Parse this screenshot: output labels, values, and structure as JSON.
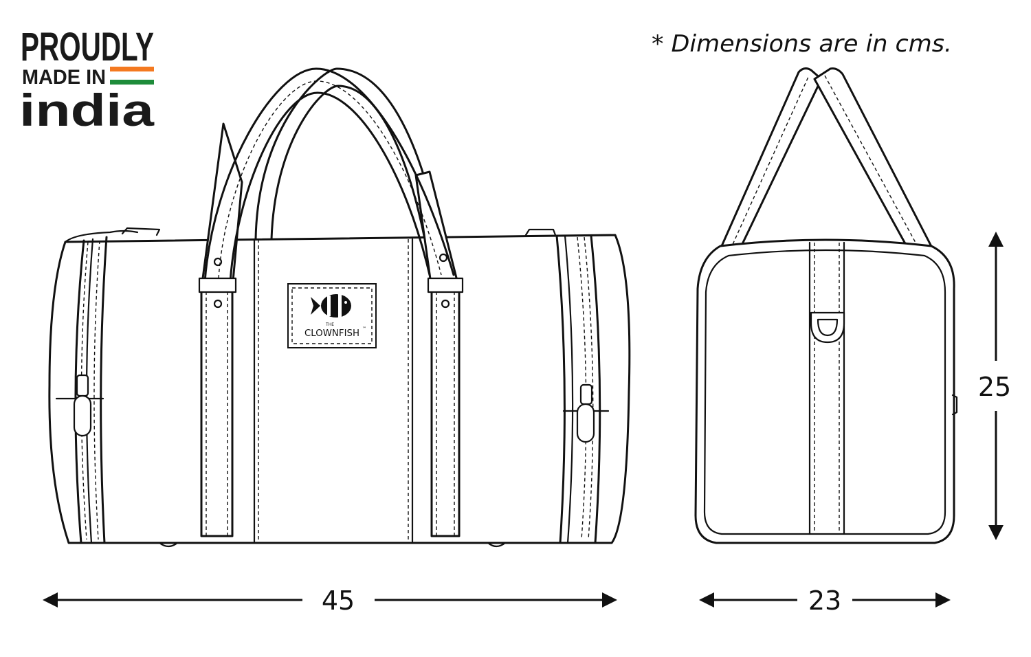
{
  "logo": {
    "line1": "PROUDLY",
    "line2": "MADE IN",
    "line3": "india",
    "flag_colors": [
      "#f47920",
      "#ffffff",
      "#1e8c3a"
    ]
  },
  "note": "* Dimensions are in cms.",
  "brand": {
    "small": "THE",
    "name": "CLOWNFISH",
    "tm": "™"
  },
  "dimensions": {
    "front_width": "45",
    "side_depth": "23",
    "height": "25"
  },
  "colors": {
    "line": "#111111",
    "background": "#ffffff"
  }
}
